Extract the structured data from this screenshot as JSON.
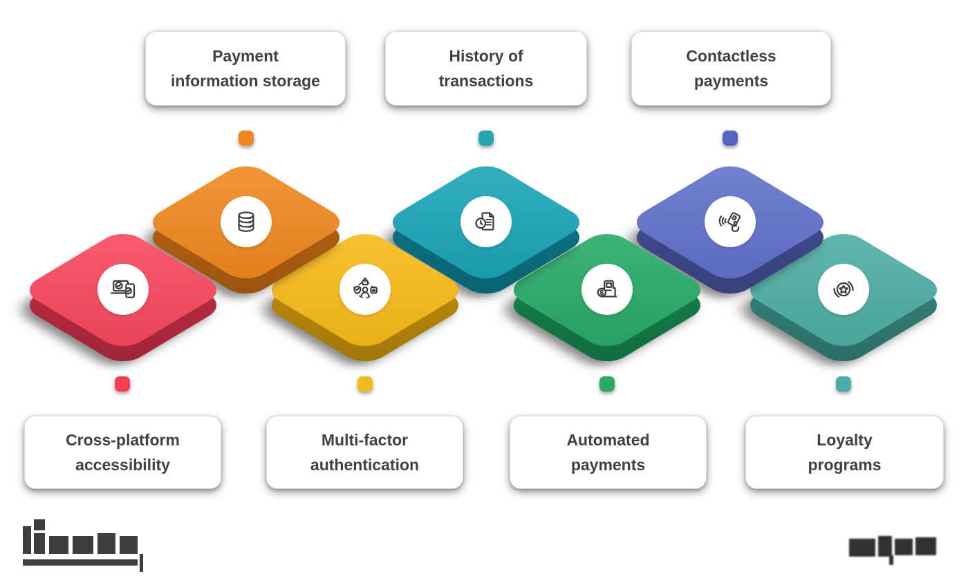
{
  "page": {
    "background": "#FFFFFF",
    "type": "infographic-diagram",
    "topic": "digital wallet features"
  },
  "features": [
    {
      "id": "cross-platform-accessibility",
      "label_lines": [
        "Cross-platform",
        "accessibility"
      ],
      "label_position": "bottom",
      "face_color": "#F8465D",
      "side_color": "#CE3049",
      "connector_color": "#F73F55",
      "icon": "laptop-phone-check-icon"
    },
    {
      "id": "payment-information-storage",
      "label_lines": [
        "Payment",
        "information storage"
      ],
      "label_position": "top",
      "face_color": "#F0871F",
      "side_color": "#C96C12",
      "connector_color": "#F0861F",
      "icon": "database-icon"
    },
    {
      "id": "multi-factor-authentication",
      "label_lines": [
        "Multi-factor",
        "authentication"
      ],
      "label_position": "bottom",
      "face_color": "#F7BA16",
      "side_color": "#D29A0C",
      "connector_color": "#F2BB22",
      "icon": "mfa-user-shield-icon"
    },
    {
      "id": "history-of-transactions",
      "label_lines": [
        "History of",
        "transactions"
      ],
      "label_position": "top",
      "face_color": "#19A4B7",
      "side_color": "#0D8093",
      "connector_color": "#28A4AF",
      "icon": "document-clock-icon"
    },
    {
      "id": "automated-payments",
      "label_lines": [
        "Automated",
        "payments"
      ],
      "label_position": "bottom",
      "face_color": "#26AA66",
      "side_color": "#188C51",
      "connector_color": "#2AA96A",
      "icon": "terminal-dollar-icon"
    },
    {
      "id": "contactless-payments",
      "label_lines": [
        "Contactless",
        "payments"
      ],
      "label_position": "top",
      "face_color": "#6070CA",
      "side_color": "#47549F",
      "connector_color": "#5564C2",
      "icon": "card-tap-icon"
    },
    {
      "id": "loyalty-programs",
      "label_lines": [
        "Loyalty",
        "programs"
      ],
      "label_position": "bottom",
      "face_color": "#4CADA4",
      "side_color": "#388E85",
      "connector_color": "#4CADA4",
      "icon": "star-badge-icon"
    }
  ],
  "branding": {
    "logo": "blurred-wordmark-bottom-left",
    "watermark": "blurred-mark-bottom-right"
  }
}
